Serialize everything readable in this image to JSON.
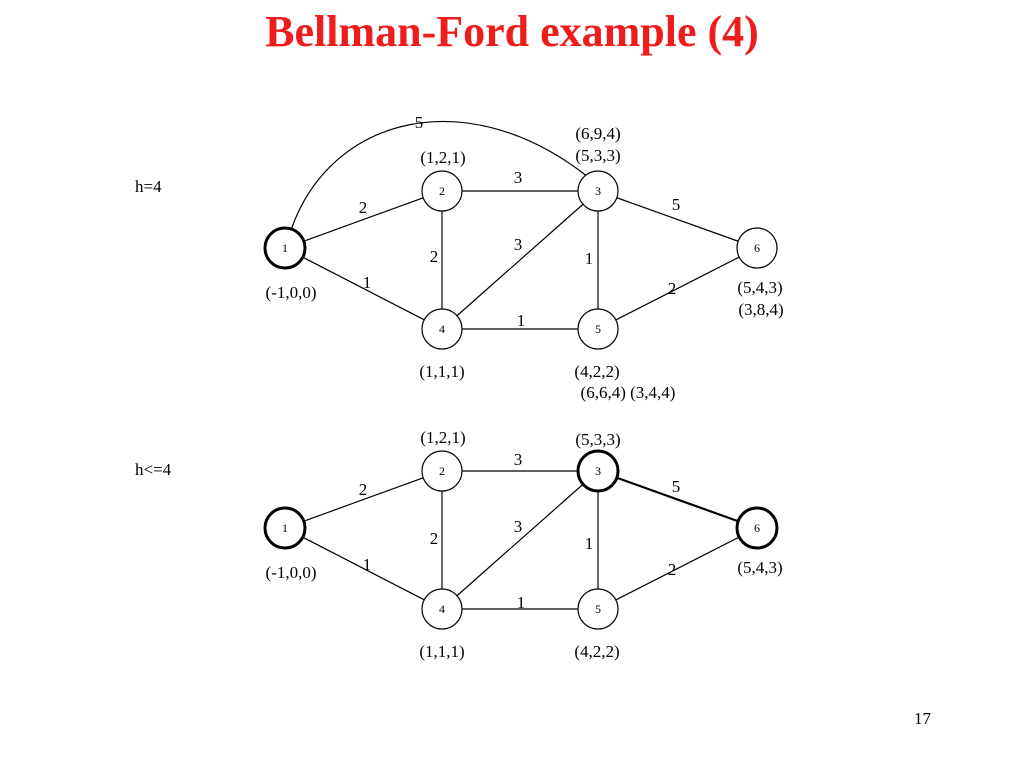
{
  "title": "Bellman-Ford example (4)",
  "page_number": "17",
  "graphs": [
    {
      "h_label": "h=4",
      "nodes": [
        {
          "id": "1",
          "labels": [
            "(-1,0,0)"
          ],
          "bold": true
        },
        {
          "id": "2",
          "labels": [
            "(1,2,1)"
          ],
          "bold": false
        },
        {
          "id": "3",
          "labels": [
            "(6,9,4)",
            "(5,3,3)"
          ],
          "bold": false
        },
        {
          "id": "4",
          "labels": [
            "(1,1,1)"
          ],
          "bold": false
        },
        {
          "id": "5",
          "labels": [
            "(4,2,2)",
            "(6,6,4) (3,4,4)"
          ],
          "bold": false
        },
        {
          "id": "6",
          "labels": [
            "(5,4,3)",
            "(3,8,4)"
          ],
          "bold": false
        }
      ],
      "edges": [
        {
          "from": "1",
          "to": "3",
          "weight": "5",
          "curved": true,
          "bold": false
        },
        {
          "from": "1",
          "to": "2",
          "weight": "2",
          "bold": false
        },
        {
          "from": "1",
          "to": "4",
          "weight": "1",
          "bold": false
        },
        {
          "from": "2",
          "to": "3",
          "weight": "3",
          "bold": false
        },
        {
          "from": "2",
          "to": "4",
          "weight": "2",
          "bold": false
        },
        {
          "from": "4",
          "to": "3",
          "weight": "3",
          "bold": false
        },
        {
          "from": "4",
          "to": "5",
          "weight": "1",
          "bold": false
        },
        {
          "from": "3",
          "to": "5",
          "weight": "1",
          "bold": false
        },
        {
          "from": "3",
          "to": "6",
          "weight": "5",
          "bold": false
        },
        {
          "from": "5",
          "to": "6",
          "weight": "2",
          "bold": false
        }
      ]
    },
    {
      "h_label": "h<=4",
      "nodes": [
        {
          "id": "1",
          "labels": [
            "(-1,0,0)"
          ],
          "bold": true
        },
        {
          "id": "2",
          "labels": [
            "(1,2,1)"
          ],
          "bold": false
        },
        {
          "id": "3",
          "labels": [
            "(5,3,3)"
          ],
          "bold": true
        },
        {
          "id": "4",
          "labels": [
            "(1,1,1)"
          ],
          "bold": false
        },
        {
          "id": "5",
          "labels": [
            "(4,2,2)"
          ],
          "bold": false
        },
        {
          "id": "6",
          "labels": [
            "(5,4,3)"
          ],
          "bold": true
        }
      ],
      "edges": [
        {
          "from": "1",
          "to": "2",
          "weight": "2",
          "bold": false
        },
        {
          "from": "1",
          "to": "4",
          "weight": "1",
          "bold": false
        },
        {
          "from": "2",
          "to": "3",
          "weight": "3",
          "bold": false
        },
        {
          "from": "2",
          "to": "4",
          "weight": "2",
          "bold": false
        },
        {
          "from": "4",
          "to": "3",
          "weight": "3",
          "bold": false
        },
        {
          "from": "4",
          "to": "5",
          "weight": "1",
          "bold": false
        },
        {
          "from": "3",
          "to": "5",
          "weight": "1",
          "bold": false
        },
        {
          "from": "3",
          "to": "6",
          "weight": "5",
          "bold": true
        },
        {
          "from": "5",
          "to": "6",
          "weight": "2",
          "bold": false
        }
      ]
    }
  ]
}
